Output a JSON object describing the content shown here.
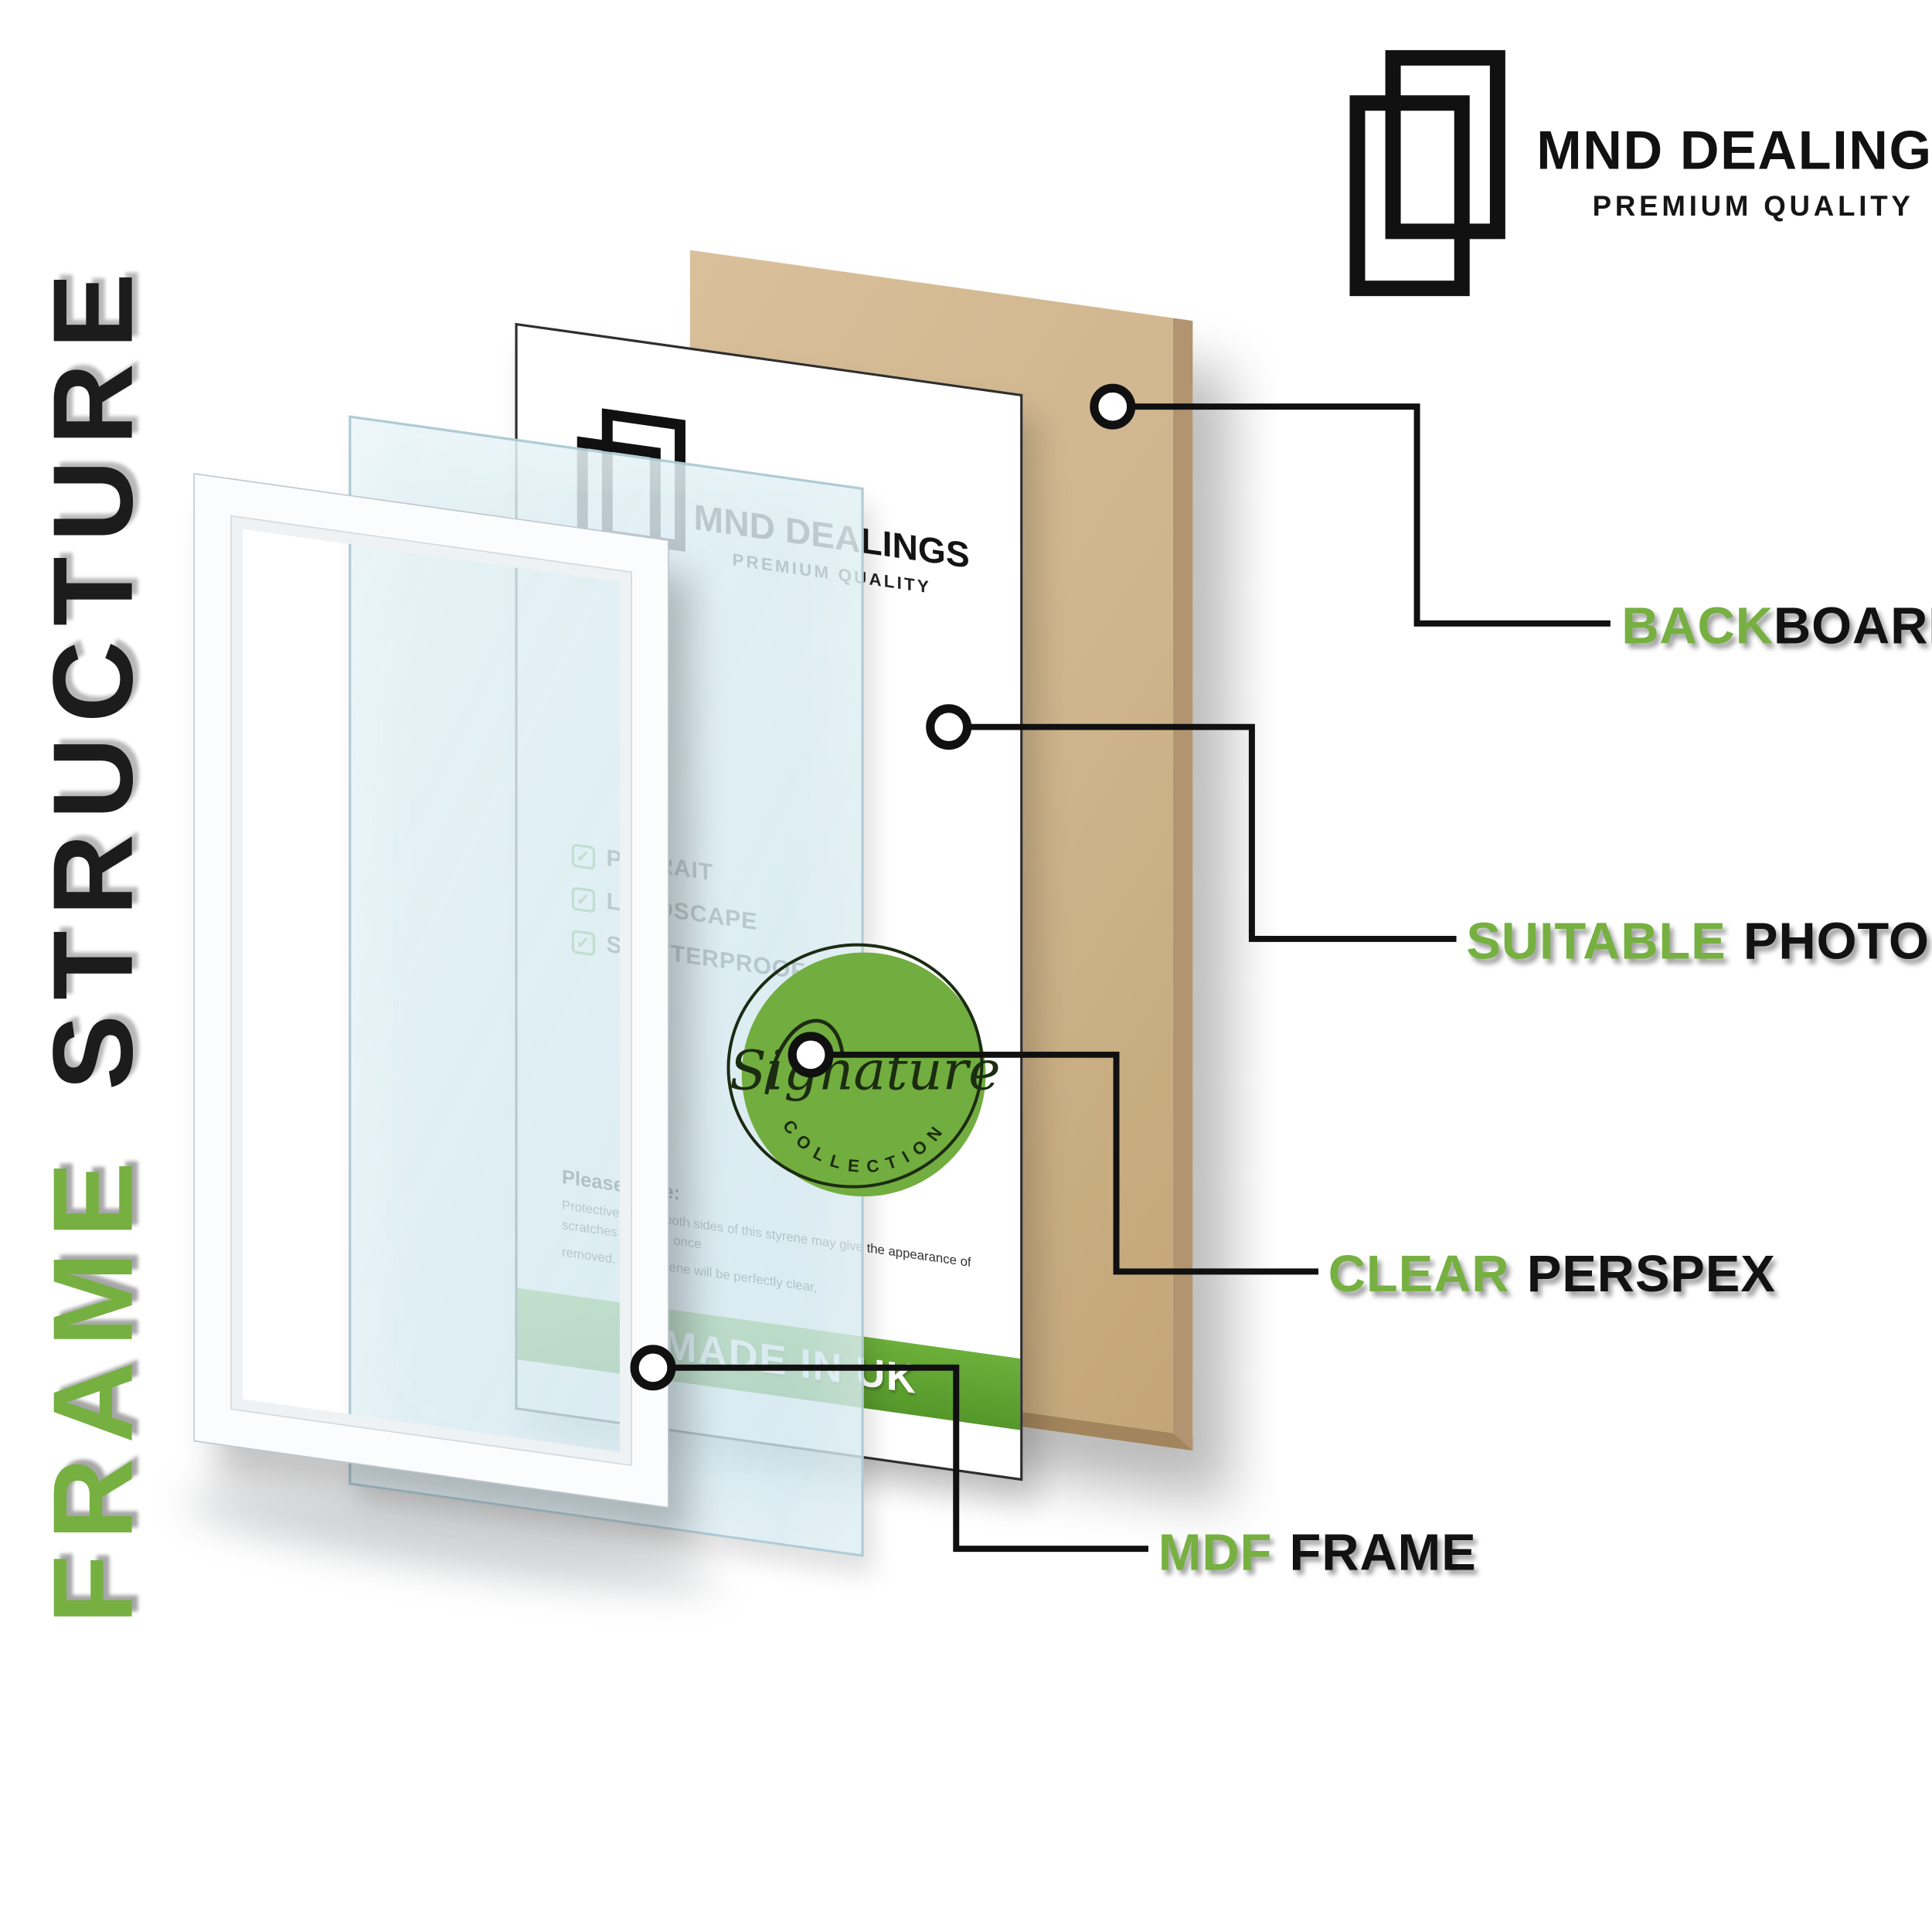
{
  "title": {
    "word_green": "FRAME",
    "word_dark": "STRUCTURE"
  },
  "brand": {
    "name": "MND DEALINGS",
    "tagline": "PREMIUM QUALITY"
  },
  "sheet": {
    "brand_name": "MND DEALINGS",
    "brand_tagline": "PREMIUM QUALITY",
    "features": [
      "POTRAIT",
      "LANDSCAPE",
      "SHATTERPROOF STYRENE"
    ],
    "note_title": "Please Note:",
    "note_line1": "Protective film on both sides of this styrene may give the appearance of scratches however once",
    "note_line2": "removed, your styrene will be perfectly clear,",
    "banner": "MADE IN UK",
    "badge_word": "Signature",
    "badge_sub": "COLLECTION"
  },
  "callouts": {
    "backboard": {
      "green": "BACK",
      "dark": "BOARD"
    },
    "photo": {
      "green": "SUITABLE",
      "dark": "PHOTO"
    },
    "perspex": {
      "green": "CLEAR",
      "dark": "PERSPEX"
    },
    "frame": {
      "green": "MDF",
      "dark": "FRAME"
    }
  },
  "colors": {
    "accent_green": "#76b041",
    "dark": "#141414",
    "board_tan": "#cfb58c",
    "banner_green": "#5ea135",
    "perspex_blue": "#dceef3"
  }
}
